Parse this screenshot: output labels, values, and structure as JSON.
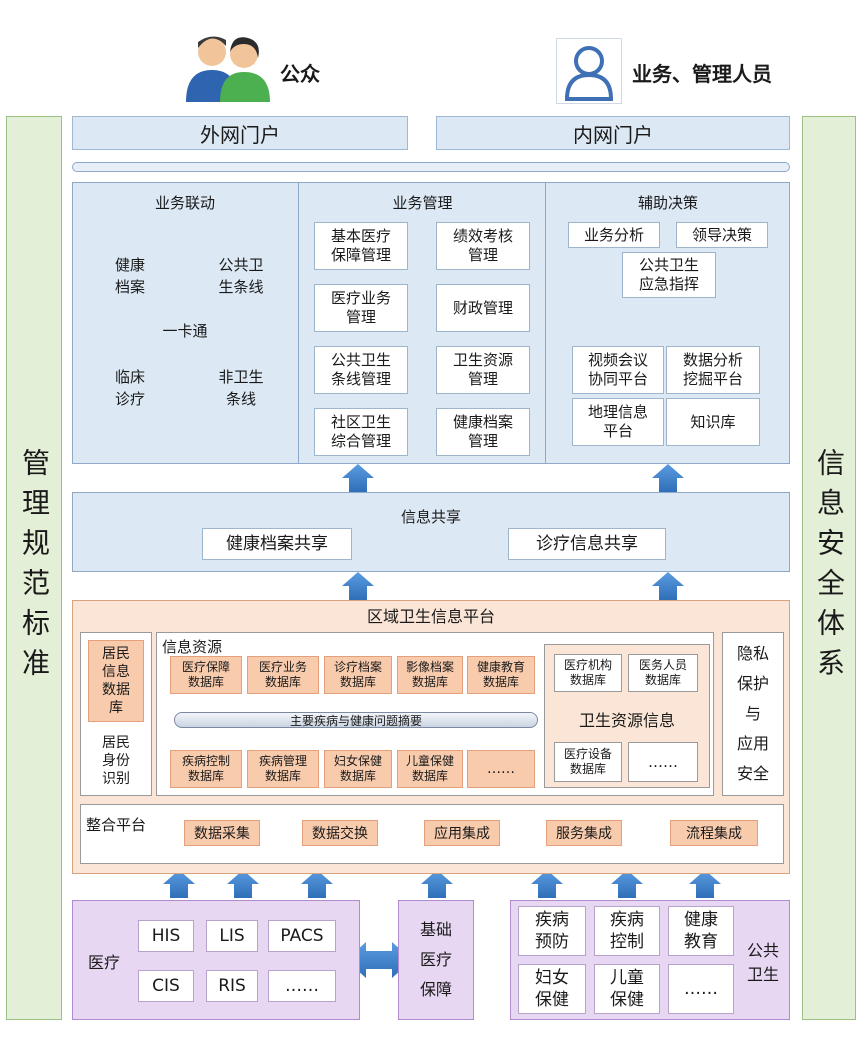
{
  "header": {
    "public_label": "公众",
    "staff_label": "业务、管理人员"
  },
  "sidebars": {
    "left": "管理规范标准",
    "right": "信息安全体系"
  },
  "portals": {
    "external": "外网门户",
    "internal": "内网门户"
  },
  "business_linkage": {
    "title": "业务联动",
    "center": "一卡通",
    "nodes": {
      "health_record": "健康\n档案",
      "public_health": "公共卫\n生条线",
      "non_health": "非卫生\n条线",
      "clinical": "临床\n诊疗"
    }
  },
  "business_management": {
    "title": "业务管理",
    "left_items": [
      "基本医疗\n保障管理",
      "医疗业务\n管理",
      "公共卫生\n条线管理",
      "社区卫生\n综合管理"
    ],
    "right_items": [
      "绩效考核\n管理",
      "财政管理",
      "卫生资源\n管理",
      "健康档案\n管理"
    ]
  },
  "decision_support": {
    "title": "辅助决策",
    "business_analysis": "业务分析",
    "leader_decision": "领导决策",
    "emergency": "公共卫生\n应急指挥",
    "video_conf": "视频会议\n协同平台",
    "data_mining": "数据分析\n挖掘平台",
    "gis": "地理信息\n平台",
    "knowledge": "知识库"
  },
  "info_sharing": {
    "title": "信息共享",
    "left": "健康档案共享",
    "right": "诊疗信息共享"
  },
  "regional_platform": {
    "title": "区域卫生信息平台",
    "resident_db": "居民\n信息\n数据\n库",
    "resident_id": "居民\n身份\n识别",
    "info_resources_title": "信息资源",
    "top_dbs": [
      "医疗保障\n数据库",
      "医疗业务\n数据库",
      "诊疗档案\n数据库",
      "影像档案\n数据库",
      "健康教育\n数据库"
    ],
    "summary_bar": "主要疾病与健康问题摘要",
    "bottom_dbs": [
      "疾病控制\n数据库",
      "疾病管理\n数据库",
      "妇女保健\n数据库",
      "儿童保健\n数据库",
      "……"
    ],
    "health_resources": {
      "title": "卫生资源信息",
      "institution_db": "医疗机构\n数据库",
      "staff_db": "医务人员\n数据库",
      "equipment_db": "医疗设备\n数据库",
      "more": "……"
    },
    "privacy": "隐私\n保护\n与\n应用\n安全",
    "integration": {
      "title": "整合平台",
      "items": [
        "数据采集",
        "数据交换",
        "应用集成",
        "服务集成",
        "流程集成"
      ]
    }
  },
  "bottom": {
    "medical_label": "医疗",
    "medical_systems": [
      "HIS",
      "LIS",
      "PACS",
      "CIS",
      "RIS",
      "……"
    ],
    "basic_security": "基础\n医疗\n保障",
    "public_health_label": "公共\n卫生",
    "public_health_items": [
      "疾病\n预防",
      "疾病\n控制",
      "健康\n教育",
      "妇女\n保健",
      "儿童\n保健",
      "……"
    ]
  },
  "colors": {
    "blue_panel": "#dce8f4",
    "green_side": "#e3efd7",
    "orange_panel": "#fbe5d6",
    "orange_tag": "#f8cbad",
    "purple_panel": "#e7d7f2",
    "arrow_blue": "#4a86c8"
  }
}
